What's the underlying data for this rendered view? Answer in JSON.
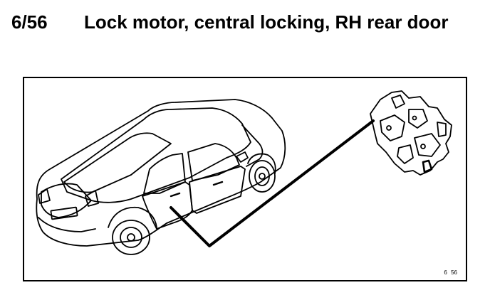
{
  "heading": {
    "code": "6/56",
    "title": "Lock motor, central locking, RH rear door"
  },
  "figure": {
    "reference": "6 56"
  },
  "colors": {
    "ink": "#000000",
    "paper": "#ffffff"
  }
}
